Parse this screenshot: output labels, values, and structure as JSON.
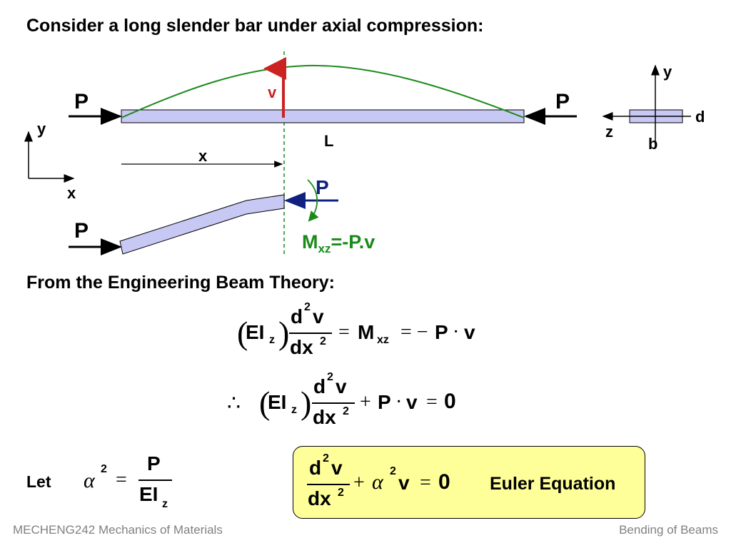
{
  "slide": {
    "heading_top": "Consider a long slender bar under axial compression:",
    "heading_theory": "From the Engineering Beam Theory:"
  },
  "diagram": {
    "load_label_left": "P",
    "load_label_right": "P",
    "deflection_label": "v",
    "length_label": "L",
    "position_label": "x",
    "axis_y_label": "y",
    "axis_x_label": "x",
    "section_y_label": "y",
    "section_z_label": "z",
    "section_d_label": "d",
    "section_b_label": "b",
    "fbd_load_left": "P",
    "fbd_load_right": "P",
    "moment_label_main": "M",
    "moment_label_sub": "xz",
    "moment_label_rest": "=-P.v",
    "colors": {
      "bar_fill": "#c8c8f5",
      "curve": "#1a8a1a",
      "deflection": "#cc2222",
      "fbd_load": "#102080",
      "moment": "#1a8a1a"
    }
  },
  "equations": {
    "eq1": {
      "EI": "EI",
      "z": "z",
      "d": "d",
      "sup2": "2",
      "v": "v",
      "dx": "dx",
      "eq": "=",
      "M": "M",
      "xz": "xz",
      "minus": "= −",
      "P": "P",
      "dot": "·",
      "v2": "v"
    },
    "eq2": {
      "therefore": "∴",
      "EI": "EI",
      "z": "z",
      "d": "d",
      "sup2": "2",
      "v": "v",
      "dx": "dx",
      "plus": "+",
      "P": "P",
      "dot": "·",
      "v2": "v",
      "eq": "=",
      "zero": "0"
    },
    "let": {
      "label": "Let",
      "alpha": "α",
      "sup2": "2",
      "eq": "=",
      "P": "P",
      "EI": "EI",
      "z": "z"
    },
    "euler": {
      "d": "d",
      "sup2": "2",
      "v": "v",
      "dx": "dx",
      "plus": "+",
      "alpha": "α",
      "v2": "v",
      "eq": "=",
      "zero": "0",
      "name": "Euler Equation"
    }
  },
  "footer": {
    "left": "MECHENG242 Mechanics of Materials",
    "right": "Bending of Beams"
  }
}
